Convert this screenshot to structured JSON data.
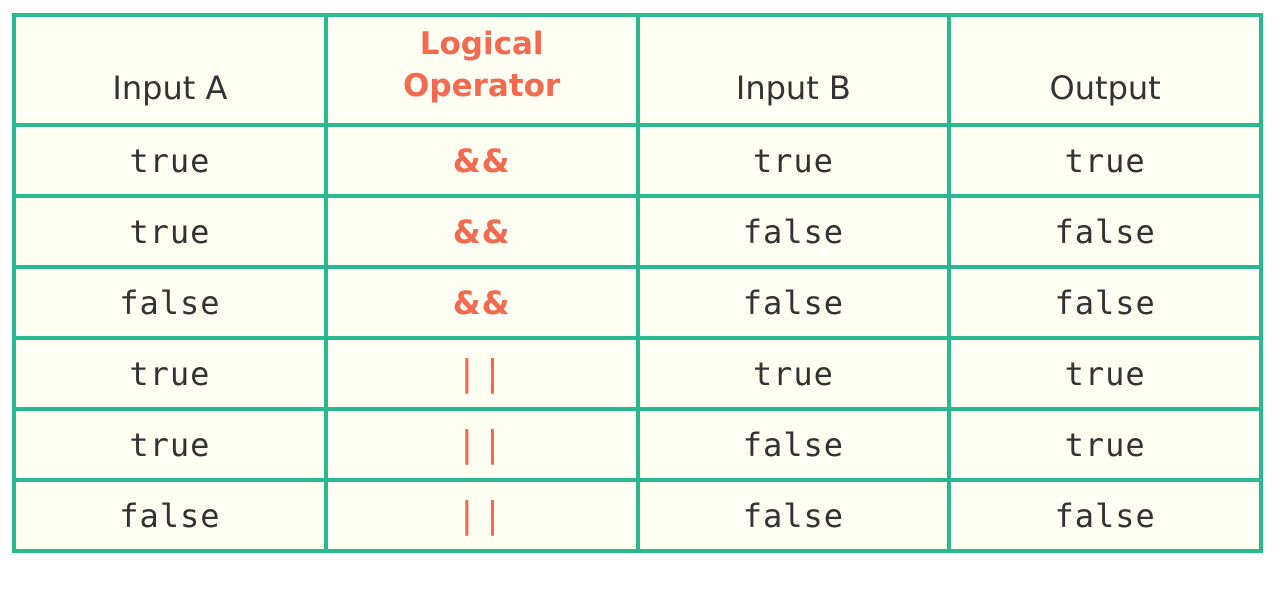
{
  "headers": {
    "input_a": "Input A",
    "operator_line1": "Logical",
    "operator_line2": "Operator",
    "input_b": "Input B",
    "output": "Output"
  },
  "rows": [
    {
      "a": "true",
      "op": "&&",
      "b": "true",
      "out": "true"
    },
    {
      "a": "true",
      "op": "&&",
      "b": "false",
      "out": "false"
    },
    {
      "a": "false",
      "op": "&&",
      "b": "false",
      "out": "false"
    },
    {
      "a": "true",
      "op": "||",
      "b": "true",
      "out": "true"
    },
    {
      "a": "true",
      "op": "||",
      "b": "false",
      "out": "true"
    },
    {
      "a": "false",
      "op": "||",
      "b": "false",
      "out": "false"
    }
  ],
  "colors": {
    "grid": "#2ab98f",
    "operator": "#f26a4f",
    "text": "#333333",
    "cell_background": "#fefef3"
  }
}
